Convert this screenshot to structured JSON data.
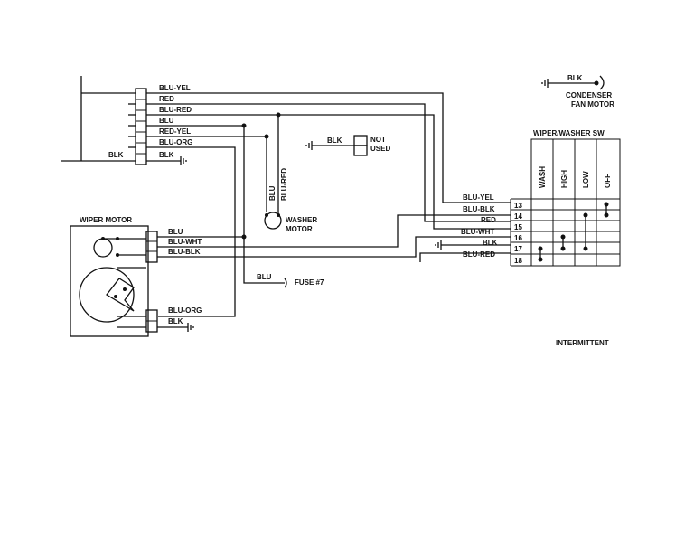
{
  "labels": {
    "wiper_motor": "WIPER MOTOR",
    "washer_motor_1": "WASHER",
    "washer_motor_2": "MOTOR",
    "not_used_1": "NOT",
    "not_used_2": "USED",
    "condenser_1": "CONDENSER",
    "condenser_2": "FAN MOTOR",
    "switch_title": "WIPER/WASHER SW",
    "intermittent": "INTERMITTENT",
    "fuse": "FUSE #7"
  },
  "top_connector_wires": [
    "BLU-YEL",
    "RED",
    "BLU-RED",
    "BLU",
    "RED-YEL",
    "BLU-ORG",
    "BLK"
  ],
  "left_blk": "BLK",
  "not_used_wire": "BLK",
  "condenser_wire": "BLK",
  "washer_wires": [
    "BLU",
    "BLU-RED"
  ],
  "motor_wires_top": [
    "BLU",
    "BLU-WHT",
    "BLU-BLK"
  ],
  "motor_wires_bottom": [
    "BLU-ORG",
    "BLK"
  ],
  "fuse_wire": "BLU",
  "switch_wires": [
    "BLU-YEL",
    "BLU-BLK",
    "RED",
    "BLU-WHT",
    "BLK",
    "BLU-RED"
  ],
  "switch_pins": [
    "13",
    "14",
    "15",
    "16",
    "17",
    "18"
  ],
  "switch_positions": [
    "WASH",
    "HIGH",
    "LOW",
    "OFF"
  ]
}
